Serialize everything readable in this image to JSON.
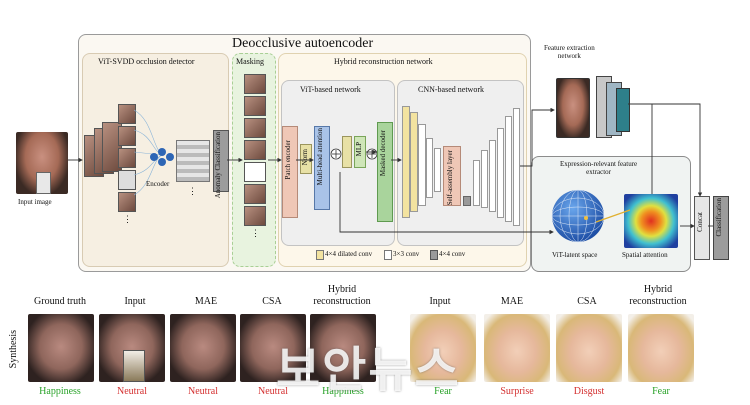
{
  "title": "Deocclusive autoencoder",
  "sections": {
    "vit_svdd": "ViT-SVDD occlusion detector",
    "masking": "Masking",
    "hybrid": "Hybrid reconstruction network",
    "vit_based": "ViT-based network",
    "cnn_based": "CNN-based network",
    "feature_extraction": "Feature extraction\nnetwork",
    "expression_extractor": "Expression-relevant feature\nextractor"
  },
  "labels": {
    "input_image": "Input image",
    "encoder": "Encoder",
    "anomaly_classification": "Anomaly Classification",
    "patch_encoder": "Patch encoder",
    "norm": "Norm",
    "multi_head_attention": "Multi-head attention",
    "mlp": "MLP",
    "masked_decoder": "Masked decoder",
    "self_assembly": "Self-assembly layer",
    "vit_latent_space": "ViT-latent space",
    "spatial_attention": "Spatial attention",
    "concat": "Concat",
    "classification": "Classification"
  },
  "legend": [
    {
      "text": "4×4 dilated conv",
      "color": "#f3e3a0"
    },
    {
      "text": "3×3 conv",
      "color": "#ffffff"
    },
    {
      "text": "4×4 conv",
      "color": "#9a9a9a"
    }
  ],
  "synthesis": {
    "side_label": "Synthesis",
    "left_headers": [
      "Ground truth",
      "Input",
      "MAE",
      "CSA",
      "Hybrid\nreconstruction"
    ],
    "left_results": [
      {
        "text": "Happiness",
        "color": "green"
      },
      {
        "text": "Neutral",
        "color": "red"
      },
      {
        "text": "Neutral",
        "color": "red"
      },
      {
        "text": "Neutral",
        "color": "red"
      },
      {
        "text": "Happiness",
        "color": "green"
      }
    ],
    "right_headers": [
      "Input",
      "MAE",
      "CSA",
      "Hybrid\nreconstruction"
    ],
    "right_results": [
      {
        "text": "Fear",
        "color": "green"
      },
      {
        "text": "Surprise",
        "color": "red"
      },
      {
        "text": "Disgust",
        "color": "red"
      },
      {
        "text": "Fear",
        "color": "green"
      }
    ]
  },
  "watermark": "보안뉴스"
}
